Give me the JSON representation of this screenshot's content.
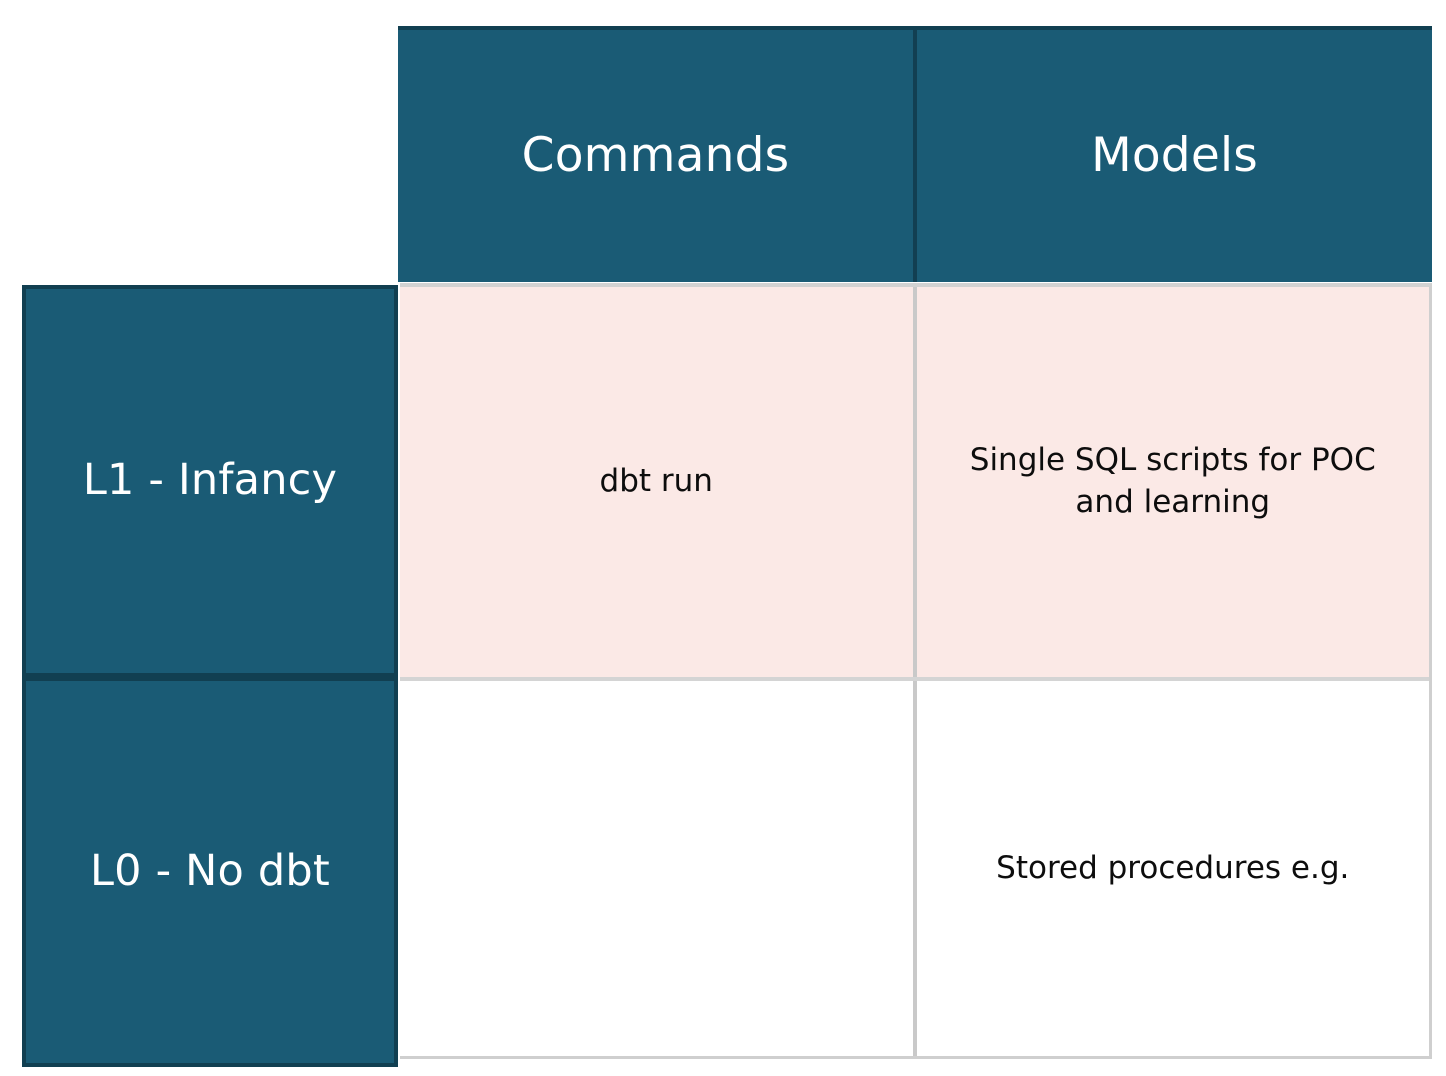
{
  "matrix": {
    "corner_cell_label": "",
    "column_headers": [
      {
        "label": "Commands"
      },
      {
        "label": "Models"
      }
    ],
    "rows": [
      {
        "header": "L1 - Infancy",
        "highlighted": true,
        "cells": [
          {
            "text": "dbt run"
          },
          {
            "text": "Single SQL scripts for POC and learning"
          }
        ]
      },
      {
        "header": "L0 - No dbt",
        "highlighted": false,
        "cells": [
          {
            "text": ""
          },
          {
            "text": "Stored procedures e.g."
          }
        ]
      }
    ]
  },
  "colors": {
    "header_teal": "#1a5b75",
    "header_teal_border": "#113f51",
    "row_highlight_pink": "#fbe9e6",
    "cell_white": "#ffffff",
    "grid_gray": "#cfcfcf",
    "header_text": "#ffffff",
    "cell_text": "#0d0d0d"
  }
}
